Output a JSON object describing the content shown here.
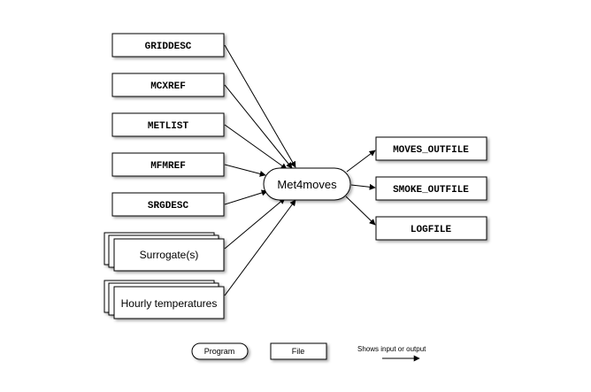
{
  "diagram": {
    "program": {
      "label": "Met4moves"
    },
    "inputs": [
      {
        "id": "griddesc",
        "label": "GRIDDESC",
        "kind": "file"
      },
      {
        "id": "mcxref",
        "label": "MCXREF",
        "kind": "file"
      },
      {
        "id": "metlist",
        "label": "METLIST",
        "kind": "file"
      },
      {
        "id": "mfmref",
        "label": "MFMREF",
        "kind": "file"
      },
      {
        "id": "srgdesc",
        "label": "SRGDESC",
        "kind": "file"
      },
      {
        "id": "surrogates",
        "label": "Surrogate(s)",
        "kind": "file-stack"
      },
      {
        "id": "hourly",
        "label": "Hourly temperatures",
        "kind": "file-stack"
      }
    ],
    "outputs": [
      {
        "id": "moves_outfile",
        "label": "MOVES_OUTFILE",
        "kind": "file"
      },
      {
        "id": "smoke_outfile",
        "label": "SMOKE_OUTFILE",
        "kind": "file"
      },
      {
        "id": "logfile",
        "label": "LOGFILE",
        "kind": "file"
      }
    ],
    "legend": {
      "program_label": "Program",
      "file_label": "File",
      "arrow_label": "Shows input or output"
    }
  }
}
